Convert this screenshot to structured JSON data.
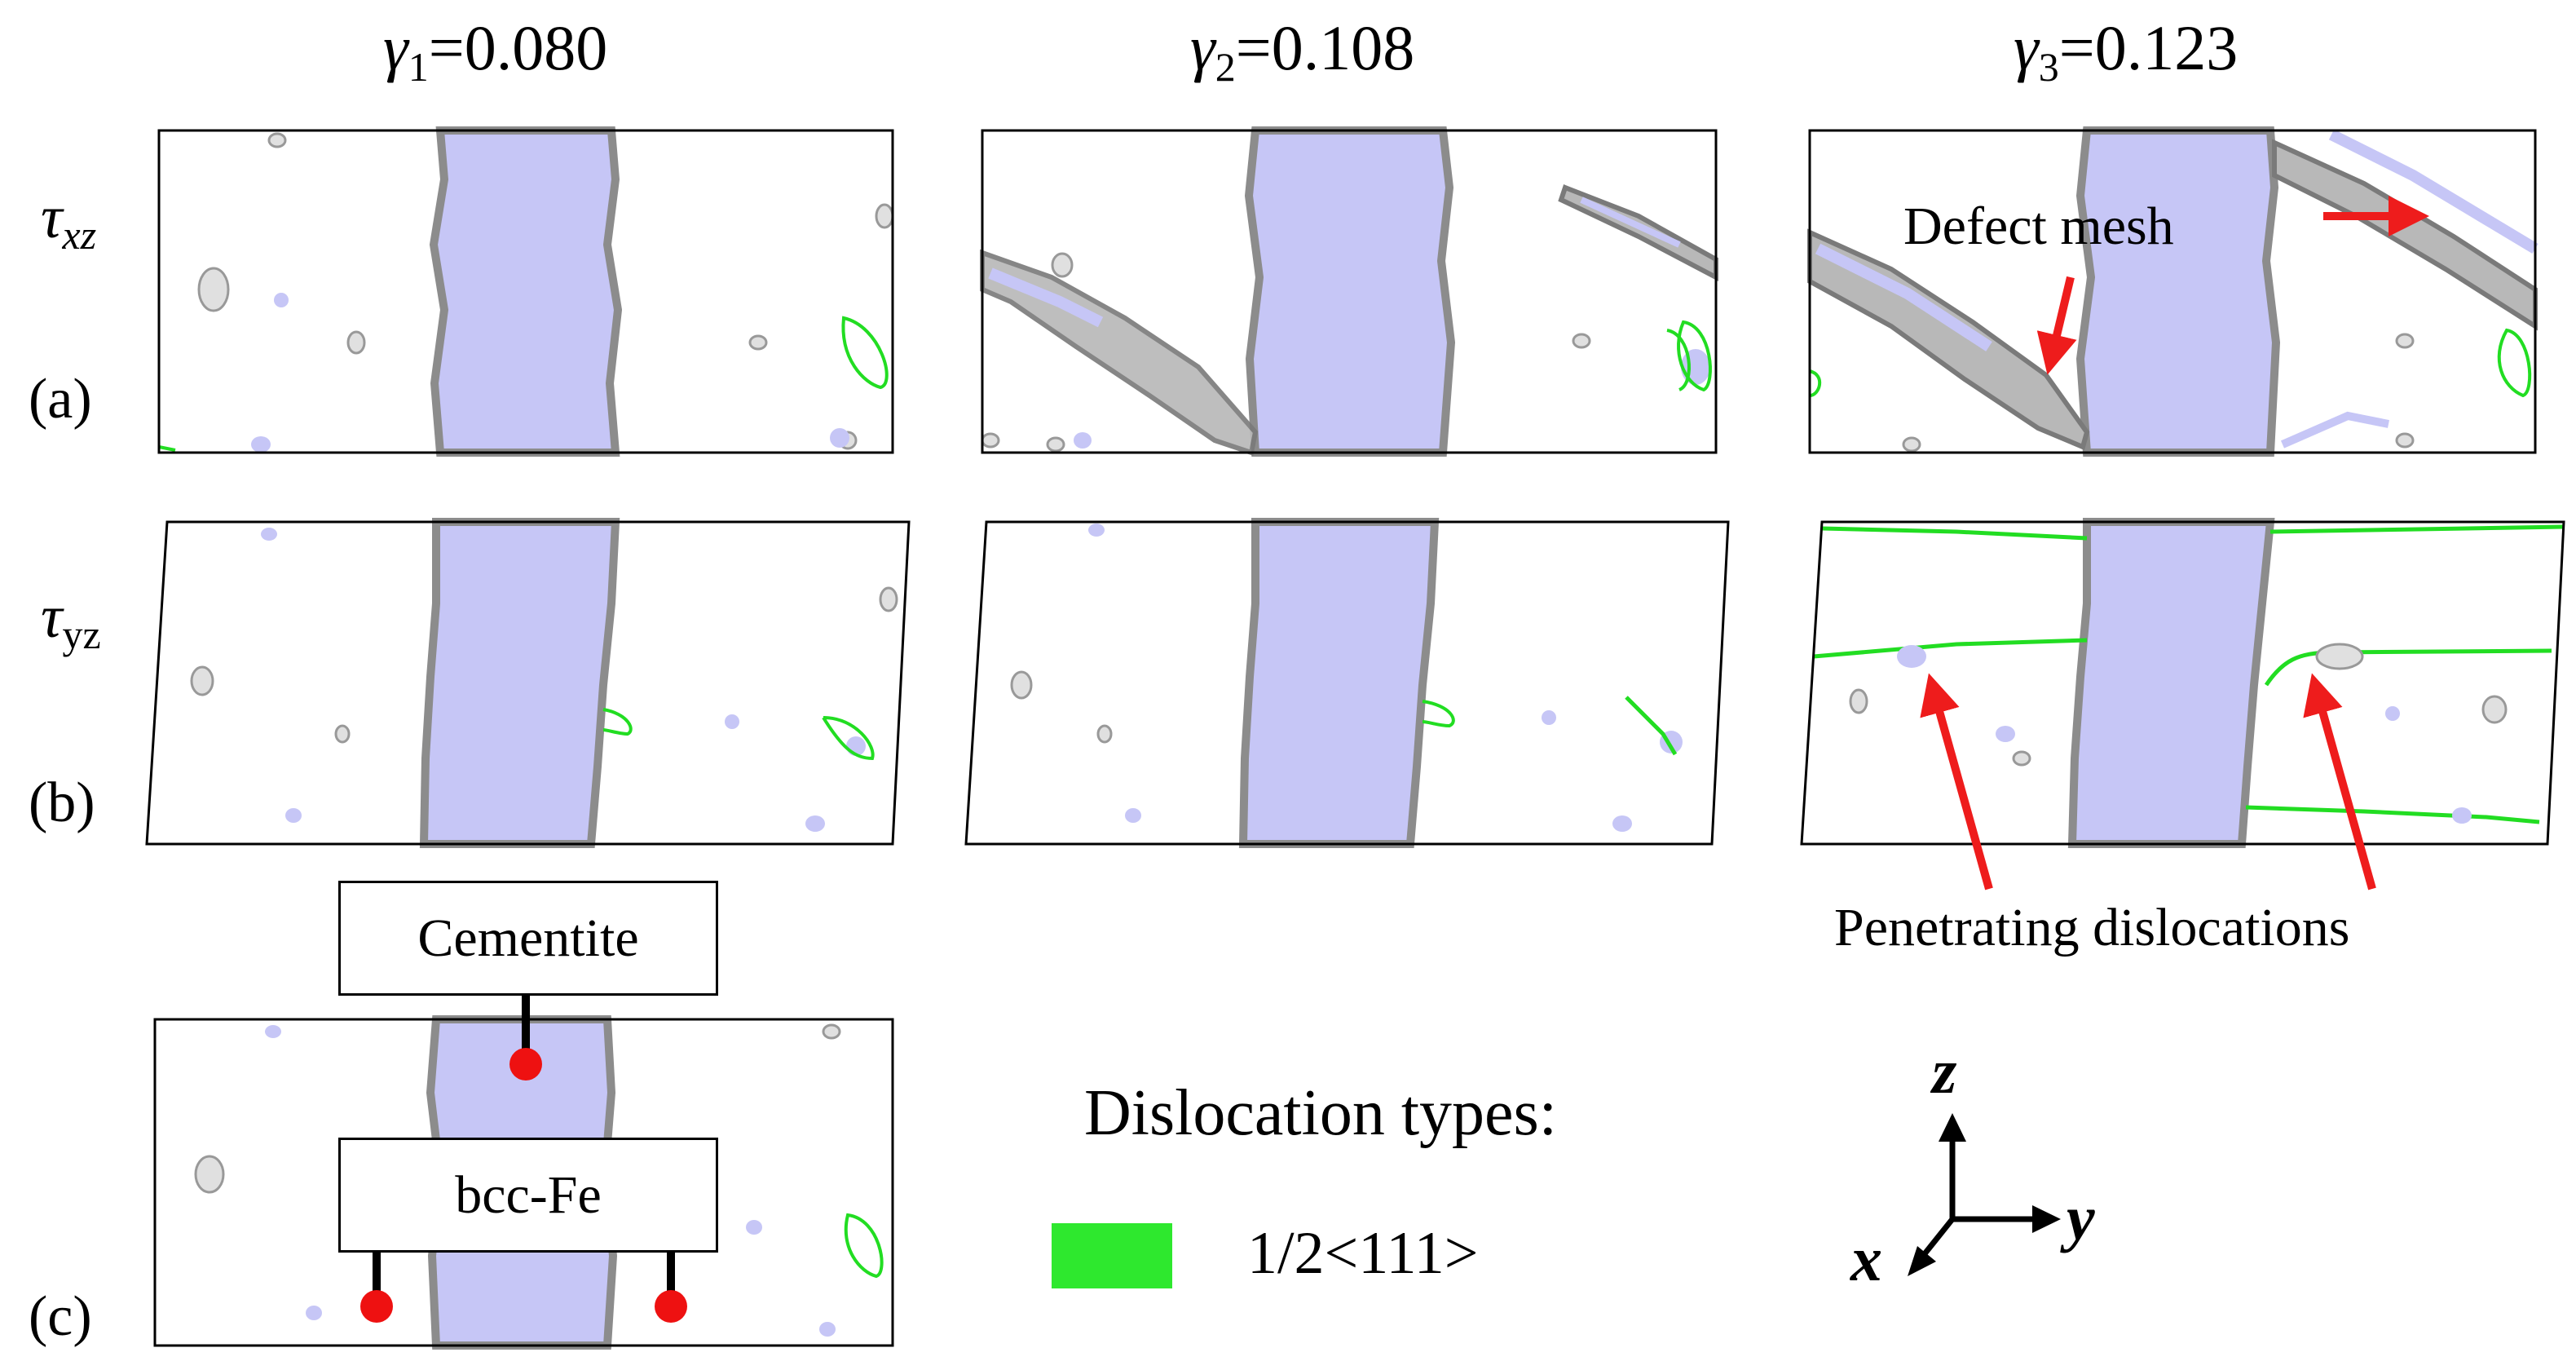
{
  "columns": [
    {
      "symbol": "γ",
      "index": "1",
      "value": "=0.080"
    },
    {
      "symbol": "γ",
      "index": "2",
      "value": "=0.108"
    },
    {
      "symbol": "γ",
      "index": "3",
      "value": "=0.123"
    }
  ],
  "rows": {
    "a": {
      "symbol": "τ",
      "sub": "xz",
      "id": "(a)"
    },
    "b": {
      "symbol": "τ",
      "sub": "yz",
      "id": "(b)"
    },
    "c": {
      "id": "(c)"
    }
  },
  "annotations": {
    "defect_mesh": "Defect mesh",
    "penetrating": "Penetrating dislocations"
  },
  "phase_labels": {
    "cementite": "Cementite",
    "bcc_fe": "bcc-Fe"
  },
  "legend": {
    "title": "Dislocation types:",
    "entries": [
      {
        "label": "1/2<111>",
        "color": "#2ee82e"
      }
    ]
  },
  "axes": {
    "z": "z",
    "x": "x",
    "y": "y"
  },
  "colors": {
    "cementite_fill": "#c6c6f6",
    "interface_gray": "#8c8c8c",
    "dislocation_green": "#22dd22",
    "arrow_red": "#ee1c1c",
    "marker_red": "#ee1111"
  }
}
